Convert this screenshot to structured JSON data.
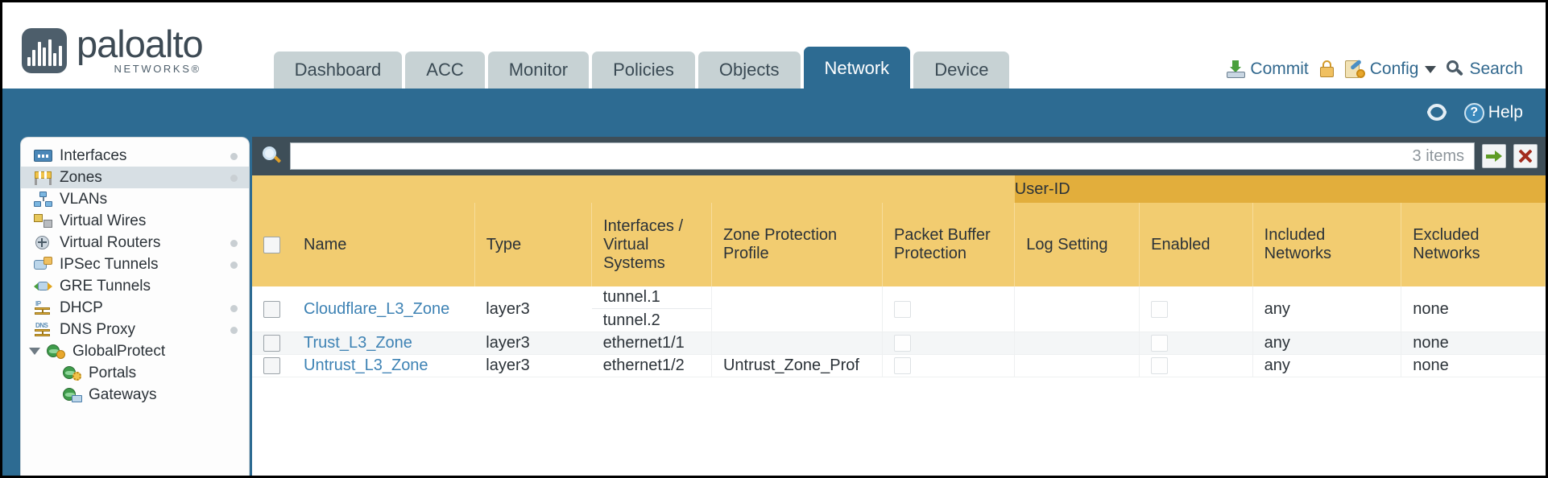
{
  "brand": {
    "word": "paloalto",
    "sub": "NETWORKS®"
  },
  "nav": {
    "tabs": [
      {
        "label": "Dashboard",
        "active": false
      },
      {
        "label": "ACC",
        "active": false
      },
      {
        "label": "Monitor",
        "active": false
      },
      {
        "label": "Policies",
        "active": false
      },
      {
        "label": "Objects",
        "active": false
      },
      {
        "label": "Network",
        "active": true
      },
      {
        "label": "Device",
        "active": false
      }
    ]
  },
  "top_actions": {
    "commit": "Commit",
    "config": "Config",
    "search": "Search"
  },
  "blueband": {
    "help": "Help"
  },
  "sidebar": {
    "items": [
      {
        "label": "Interfaces",
        "icon": "interfaces-icon",
        "selected": false,
        "dot": true,
        "child": false,
        "expander": false
      },
      {
        "label": "Zones",
        "icon": "zones-icon",
        "selected": true,
        "dot": true,
        "child": false,
        "expander": false
      },
      {
        "label": "VLANs",
        "icon": "vlans-icon",
        "selected": false,
        "dot": false,
        "child": false,
        "expander": false
      },
      {
        "label": "Virtual Wires",
        "icon": "virtual-wires-icon",
        "selected": false,
        "dot": false,
        "child": false,
        "expander": false
      },
      {
        "label": "Virtual Routers",
        "icon": "virtual-routers-icon",
        "selected": false,
        "dot": true,
        "child": false,
        "expander": false
      },
      {
        "label": "IPSec Tunnels",
        "icon": "ipsec-tunnels-icon",
        "selected": false,
        "dot": true,
        "child": false,
        "expander": false
      },
      {
        "label": "GRE Tunnels",
        "icon": "gre-tunnels-icon",
        "selected": false,
        "dot": false,
        "child": false,
        "expander": false
      },
      {
        "label": "DHCP",
        "icon": "dhcp-icon",
        "selected": false,
        "dot": true,
        "child": false,
        "expander": false
      },
      {
        "label": "DNS Proxy",
        "icon": "dns-proxy-icon",
        "selected": false,
        "dot": true,
        "child": false,
        "expander": false
      },
      {
        "label": "GlobalProtect",
        "icon": "globalprotect-icon",
        "selected": false,
        "dot": false,
        "child": false,
        "expander": true
      },
      {
        "label": "Portals",
        "icon": "portals-icon",
        "selected": false,
        "dot": false,
        "child": true,
        "expander": false
      },
      {
        "label": "Gateways",
        "icon": "gateways-icon",
        "selected": false,
        "dot": false,
        "child": true,
        "expander": false
      }
    ]
  },
  "search": {
    "value": "",
    "placeholder": "",
    "items_count": "3 items"
  },
  "table": {
    "group_header": "User-ID",
    "columns": [
      "Name",
      "Type",
      "Interfaces / Virtual Systems",
      "Zone Protection Profile",
      "Packet Buffer Protection",
      "Log Setting",
      "Enabled",
      "Included Networks",
      "Excluded Networks"
    ],
    "rows": [
      {
        "name": "Cloudflare_L3_Zone",
        "type": "layer3",
        "interfaces": [
          "tunnel.1",
          "tunnel.2"
        ],
        "zone_protection_profile": "",
        "packet_buffer_protection": false,
        "log_setting": "",
        "userid_enabled": false,
        "included_networks": "any",
        "excluded_networks": "none"
      },
      {
        "name": "Trust_L3_Zone",
        "type": "layer3",
        "interfaces": [
          "ethernet1/1"
        ],
        "zone_protection_profile": "",
        "packet_buffer_protection": false,
        "log_setting": "",
        "userid_enabled": false,
        "included_networks": "any",
        "excluded_networks": "none"
      },
      {
        "name": "Untrust_L3_Zone",
        "type": "layer3",
        "interfaces": [
          "ethernet1/2"
        ],
        "zone_protection_profile": "Untrust_Zone_Prof",
        "packet_buffer_protection": false,
        "log_setting": "",
        "userid_enabled": false,
        "included_networks": "any",
        "excluded_networks": "none"
      }
    ]
  },
  "colors": {
    "brand_blue": "#2d6b92",
    "header_yellow": "#f2cc70",
    "group_yellow": "#e2ae3c",
    "link_blue": "#3d82b4",
    "dark_slate": "#3e4e58"
  }
}
